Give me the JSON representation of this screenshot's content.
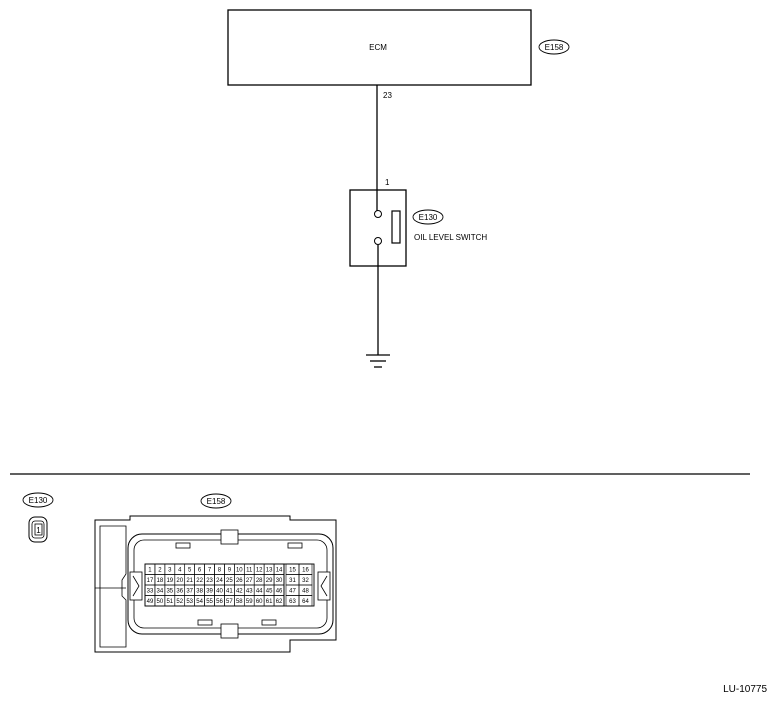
{
  "ecm": {
    "label": "ECM",
    "connector": "E158",
    "pin": "23"
  },
  "switch": {
    "label": "OIL LEVEL SWITCH",
    "connector": "E130",
    "pin": "1"
  },
  "connectors": {
    "e130": {
      "label": "E130",
      "pin": "1"
    },
    "e158": {
      "label": "E158",
      "main_rows": [
        [
          "1",
          "2",
          "3",
          "4",
          "5",
          "6",
          "7",
          "8",
          "9",
          "10",
          "11",
          "12",
          "13",
          "14"
        ],
        [
          "17",
          "18",
          "19",
          "20",
          "21",
          "22",
          "23",
          "24",
          "25",
          "26",
          "27",
          "28",
          "29",
          "30"
        ],
        [
          "33",
          "34",
          "35",
          "36",
          "37",
          "38",
          "39",
          "40",
          "41",
          "42",
          "43",
          "44",
          "45",
          "46"
        ],
        [
          "49",
          "50",
          "51",
          "52",
          "53",
          "54",
          "55",
          "56",
          "57",
          "58",
          "59",
          "60",
          "61",
          "62"
        ]
      ],
      "side_rows": [
        [
          "15",
          "16"
        ],
        [
          "31",
          "32"
        ],
        [
          "47",
          "48"
        ],
        [
          "63",
          "64"
        ]
      ]
    }
  },
  "figure_code": "LU-10775"
}
